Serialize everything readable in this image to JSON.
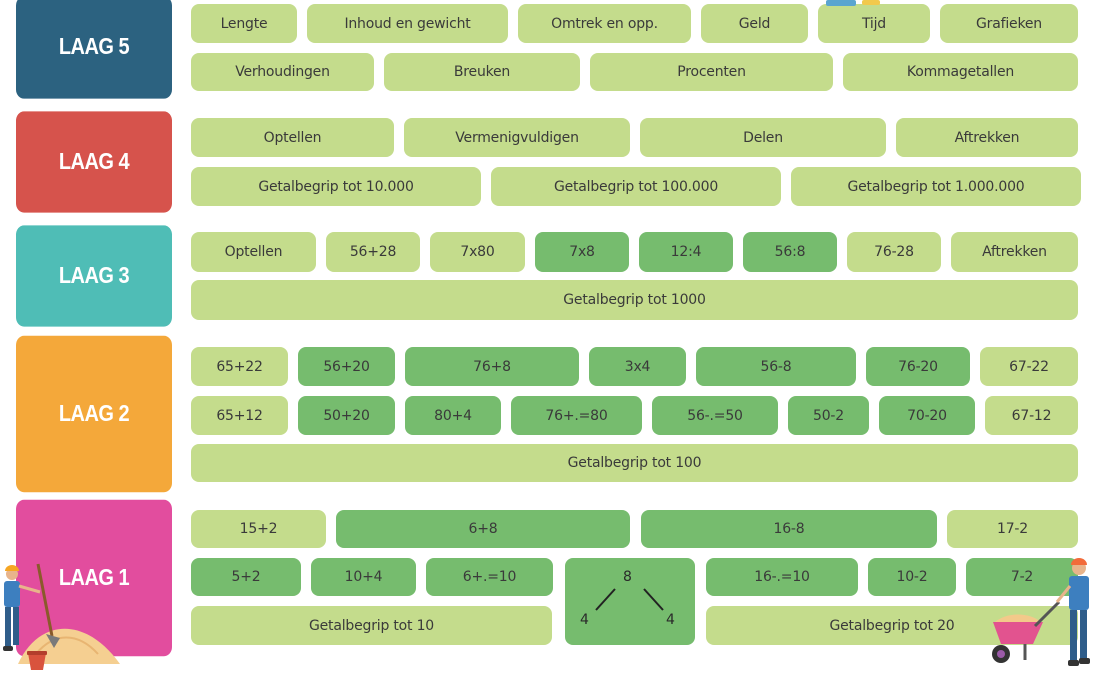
{
  "colors": {
    "light_brick": "#c4dc8c",
    "dark_brick": "#76bc6e",
    "laag5": "#2c6280",
    "laag4": "#d6534c",
    "laag3": "#4fbdb6",
    "laag2": "#f4a83a",
    "laag1": "#e24d9e"
  },
  "layers": {
    "laag5": "LAAG 5",
    "laag4": "LAAG 4",
    "laag3": "LAAG 3",
    "laag2": "LAAG 2",
    "laag1": "LAAG 1"
  },
  "laag5": {
    "row1": [
      "Lengte",
      "Inhoud en gewicht",
      "Omtrek en opp.",
      "Geld",
      "Tijd",
      "Grafieken"
    ],
    "row2": [
      "Verhoudingen",
      "Breuken",
      "Procenten",
      "Kommagetallen"
    ]
  },
  "laag4": {
    "row1": [
      "Optellen",
      "Vermenigvuldigen",
      "Delen",
      "Aftrekken"
    ],
    "row2": [
      "Getalbegrip tot 10.000",
      "Getalbegrip tot 100.000",
      "Getalbegrip tot 1.000.000"
    ]
  },
  "laag3": {
    "row1": [
      "Optellen",
      "56+28",
      "7x80",
      "7x8",
      "12:4",
      "56:8",
      "76-28",
      "Aftrekken"
    ],
    "base": "Getalbegrip tot 1000"
  },
  "laag2": {
    "row1": [
      "65+22",
      "56+20",
      "76+8",
      "3x4",
      "56-8",
      "76-20",
      "67-22"
    ],
    "row2": [
      "65+12",
      "50+20",
      "80+4",
      "76+.=80",
      "56-.=50",
      "50-2",
      "70-20",
      "67-12"
    ],
    "base": "Getalbegrip tot 100"
  },
  "laag1": {
    "row1": [
      "15+2",
      "6+8",
      "16-8",
      "17-2"
    ],
    "row2": [
      "5+2",
      "10+4",
      "6+.=10",
      "16-.=10",
      "10-2",
      "7-2"
    ],
    "split": {
      "top": "8",
      "left": "4",
      "right": "4"
    },
    "base": [
      "Getalbegrip tot 10",
      "Getalbegrip tot 20"
    ]
  },
  "illustrations": [
    "worker-with-shovel-icon",
    "sand-pile-icon",
    "bucket-icon",
    "worker-with-wheelbarrow-icon",
    "worker-at-top-icon"
  ]
}
